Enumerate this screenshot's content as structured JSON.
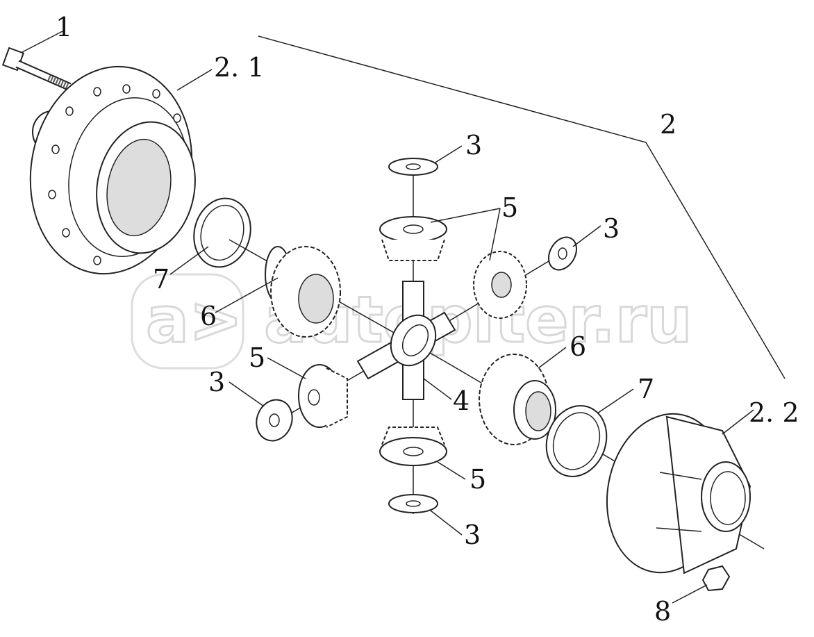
{
  "diagram": {
    "title": "Differential assembly exploded view",
    "watermark": "autopiter.ru",
    "callouts": [
      {
        "id": "c1",
        "text": "1"
      },
      {
        "id": "c2-1",
        "text": "2. 1"
      },
      {
        "id": "c2",
        "text": "2"
      },
      {
        "id": "c3a",
        "text": "3"
      },
      {
        "id": "c5a",
        "text": "5"
      },
      {
        "id": "c3b",
        "text": "3"
      },
      {
        "id": "c7a",
        "text": "7"
      },
      {
        "id": "c6a",
        "text": "6"
      },
      {
        "id": "c6b",
        "text": "6"
      },
      {
        "id": "c5b",
        "text": "5"
      },
      {
        "id": "c3c",
        "text": "3"
      },
      {
        "id": "c4",
        "text": "4"
      },
      {
        "id": "c7b",
        "text": "7"
      },
      {
        "id": "c2-2",
        "text": "2. 2"
      },
      {
        "id": "c5c",
        "text": "5"
      },
      {
        "id": "c3d",
        "text": "3"
      },
      {
        "id": "c8",
        "text": "8"
      }
    ]
  }
}
